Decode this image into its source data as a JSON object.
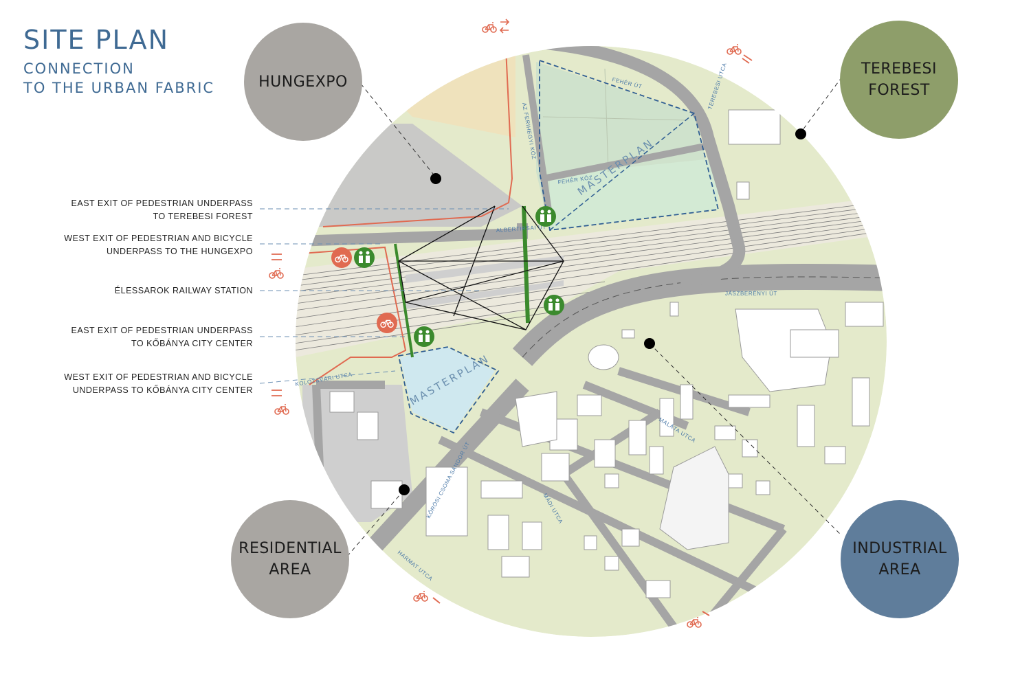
{
  "title": {
    "main": "SITE PLAN",
    "line2": "CONNECTION",
    "line3": "TO THE URBAN FABRIC"
  },
  "labels": [
    {
      "line1": "EAST EXIT OF PEDESTRIAN UNDERPASS",
      "line2": "TO TEREBESI FOREST"
    },
    {
      "line1": "WEST EXIT OF PEDESTRIAN AND BICYCLE",
      "line2": "UNDERPASS TO THE HUNGEXPO"
    },
    {
      "line1": "ÉLESSAROK RAILWAY STATION"
    },
    {
      "line1": "EAST EXIT OF PEDESTRIAN UNDERPASS",
      "line2": "TO KŐBÁNYA CITY CENTER"
    },
    {
      "line1": "WEST EXIT OF PEDESTRIAN AND BICYCLE",
      "line2": "UNDERPASS TO KŐBÁNYA CITY CENTER"
    }
  ],
  "districts": {
    "hungexpo": {
      "line1": "HUNGEXPO",
      "color": "#a9a6a2"
    },
    "terebesi": {
      "line1": "TEREBESI",
      "line2": "FOREST",
      "color": "#8e9e6a"
    },
    "residential": {
      "line1": "RESIDENTIAL",
      "line2": "AREA",
      "color": "#a9a6a2"
    },
    "industrial": {
      "line1": "INDUSTRIAL",
      "line2": "AREA",
      "color": "#5f7d9b"
    }
  },
  "streets": {
    "feher_ut": "FEHÉR ÚT",
    "terebesi_utca": "TEREBESI UTCA",
    "feher_koz": "FEHÉR KÖZ",
    "ferihegyi_koz": "AZ FERIHEGYI KÖZ",
    "albertirsai": "ALBERTIRSAI ÚT",
    "jaszberenyi_ut": "JÁSZBERÉNYI ÚT",
    "kolozsvari_utca": "KOLOZSVÁRI UTCA",
    "korosi_csoma": "KŐRÖSI CSOMA SÁNDOR ÚT",
    "malata_utca": "MALÁTA UTCA",
    "madi_utca": "MÁDI UTCA",
    "harmat_utca": "HARMAT UTCA"
  },
  "masterplan_label": "MASTERPLAN",
  "colors": {
    "green_field": "#e4eacb",
    "road": "#a5a5a5",
    "rail_bed": "#ece9dd",
    "pedestrian_green": "#3b8a2d",
    "bicycle_red": "#e06a51",
    "masterplan_outline": "#2f5e93"
  },
  "icons": [
    "bicycle-icon",
    "pedestrian-icon",
    "two-way-arrow-icon"
  ]
}
